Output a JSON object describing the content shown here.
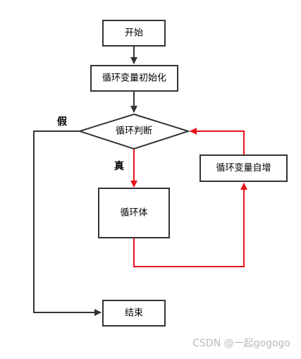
{
  "diagram": {
    "nodes": {
      "start": "开始",
      "init": "循环变量初始化",
      "condition": "循环判断",
      "body": "循环体",
      "increment": "循环变量自增",
      "end": "结束"
    },
    "labels": {
      "true": "真",
      "false": "假"
    }
  },
  "watermark": "CSDN @一起gogogo",
  "colors": {
    "black_line": "#333333",
    "red_line": "#e8141c"
  }
}
